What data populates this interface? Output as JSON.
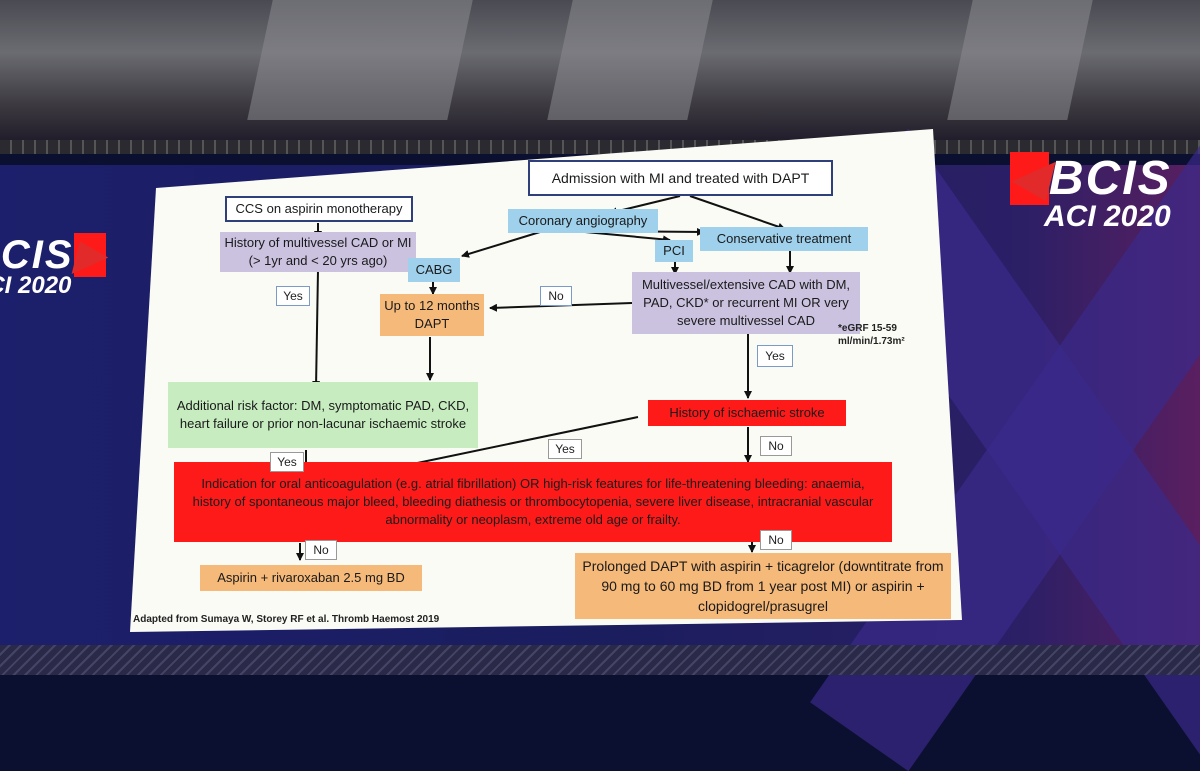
{
  "venue": {
    "logo_text": "BCIS",
    "event_text": "ACI 2020"
  },
  "colors": {
    "box_blue": "#9fd0ec",
    "box_purple": "#cbc2e0",
    "box_orange": "#f5b97a",
    "box_green": "#c6ecc0",
    "box_red": "#ff1a1a",
    "outline": "#2e3f7a"
  },
  "flowchart": {
    "nodes": {
      "ccs": "CCS on aspirin monotherapy",
      "admission": "Admission with MI and treated with DAPT",
      "history_cad": "History of multivessel CAD or MI (> 1yr and < 20 yrs ago)",
      "coronary_angiography": "Coronary angiography",
      "cabg": "CABG",
      "pci": "PCI",
      "conservative": "Conservative treatment",
      "up_to_12": "Up to 12 months DAPT",
      "multivessel": "Multivessel/extensive CAD with DM, PAD, CKD* or recurrent MI OR very severe multivessel CAD",
      "egfr_note": "*eGRF 15-59 ml/min/1.73m²",
      "additional_risk": "Additional risk factor: DM, symptomatic PAD, CKD, heart failure or prior non-lacunar ischaemic stroke",
      "history_stroke": "History of ischaemic stroke",
      "indication": "Indication for oral anticoagulation (e.g. atrial fibrillation) OR high-risk features for life-threatening bleeding: anaemia, history of spontaneous major bleed, bleeding diathesis or thrombocytopenia, severe liver disease, intracranial vascular abnormality or neoplasm, extreme old age or frailty.",
      "aspirin_rivaroxaban": "Aspirin + rivaroxaban 2.5 mg BD",
      "prolonged_dapt": "Prolonged DAPT with aspirin + ticagrelor (downtitrate from 90 mg to 60 mg BD from 1 year post MI) or aspirin + clopidogrel/prasugrel"
    },
    "labels": {
      "yes_1": "Yes",
      "no_1": "No",
      "yes_2": "Yes",
      "yes_3": "Yes",
      "yes_4": "Yes",
      "no_2": "No",
      "no_3": "No",
      "no_4": "No"
    },
    "citation": "Adapted from Sumaya W, Storey RF et al. Thromb Haemost 2019"
  }
}
